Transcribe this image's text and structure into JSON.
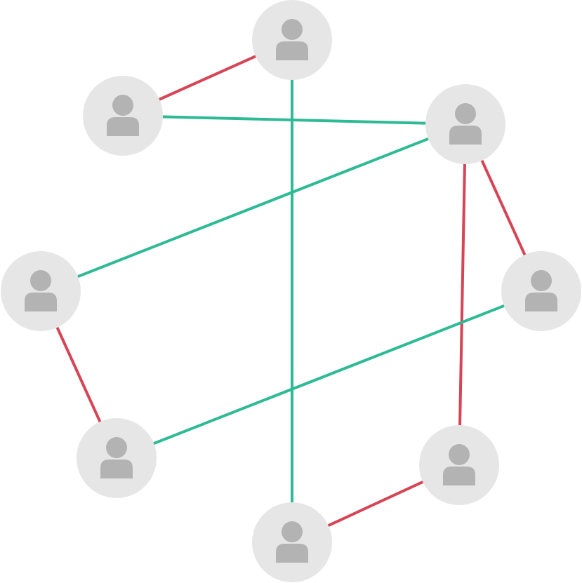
{
  "colors": {
    "background": "#ffffff",
    "node_fill": "#e6e6e6",
    "person_icon": "#b3b3b3",
    "edge_green": "#2dba94",
    "edge_red": "#d64455"
  },
  "nodes": [
    {
      "id": "n1",
      "icon": "person-icon"
    },
    {
      "id": "n2",
      "icon": "person-icon"
    },
    {
      "id": "n3",
      "icon": "person-icon"
    },
    {
      "id": "n4",
      "icon": "person-icon"
    },
    {
      "id": "n5",
      "icon": "person-icon"
    },
    {
      "id": "n6",
      "icon": "person-icon"
    },
    {
      "id": "n7",
      "icon": "person-icon"
    },
    {
      "id": "n8",
      "icon": "person-icon"
    }
  ],
  "edges": [
    {
      "from": "n2",
      "to": "n1",
      "type": "red"
    },
    {
      "from": "n2",
      "to": "n3",
      "type": "green"
    },
    {
      "from": "n1",
      "to": "n8",
      "type": "green"
    },
    {
      "from": "n3",
      "to": "n4",
      "type": "green"
    },
    {
      "from": "n3",
      "to": "n5",
      "type": "red"
    },
    {
      "from": "n3",
      "to": "n7",
      "type": "red"
    },
    {
      "from": "n4",
      "to": "n6",
      "type": "red"
    },
    {
      "from": "n5",
      "to": "n6",
      "type": "green"
    },
    {
      "from": "n7",
      "to": "n8",
      "type": "red"
    }
  ]
}
